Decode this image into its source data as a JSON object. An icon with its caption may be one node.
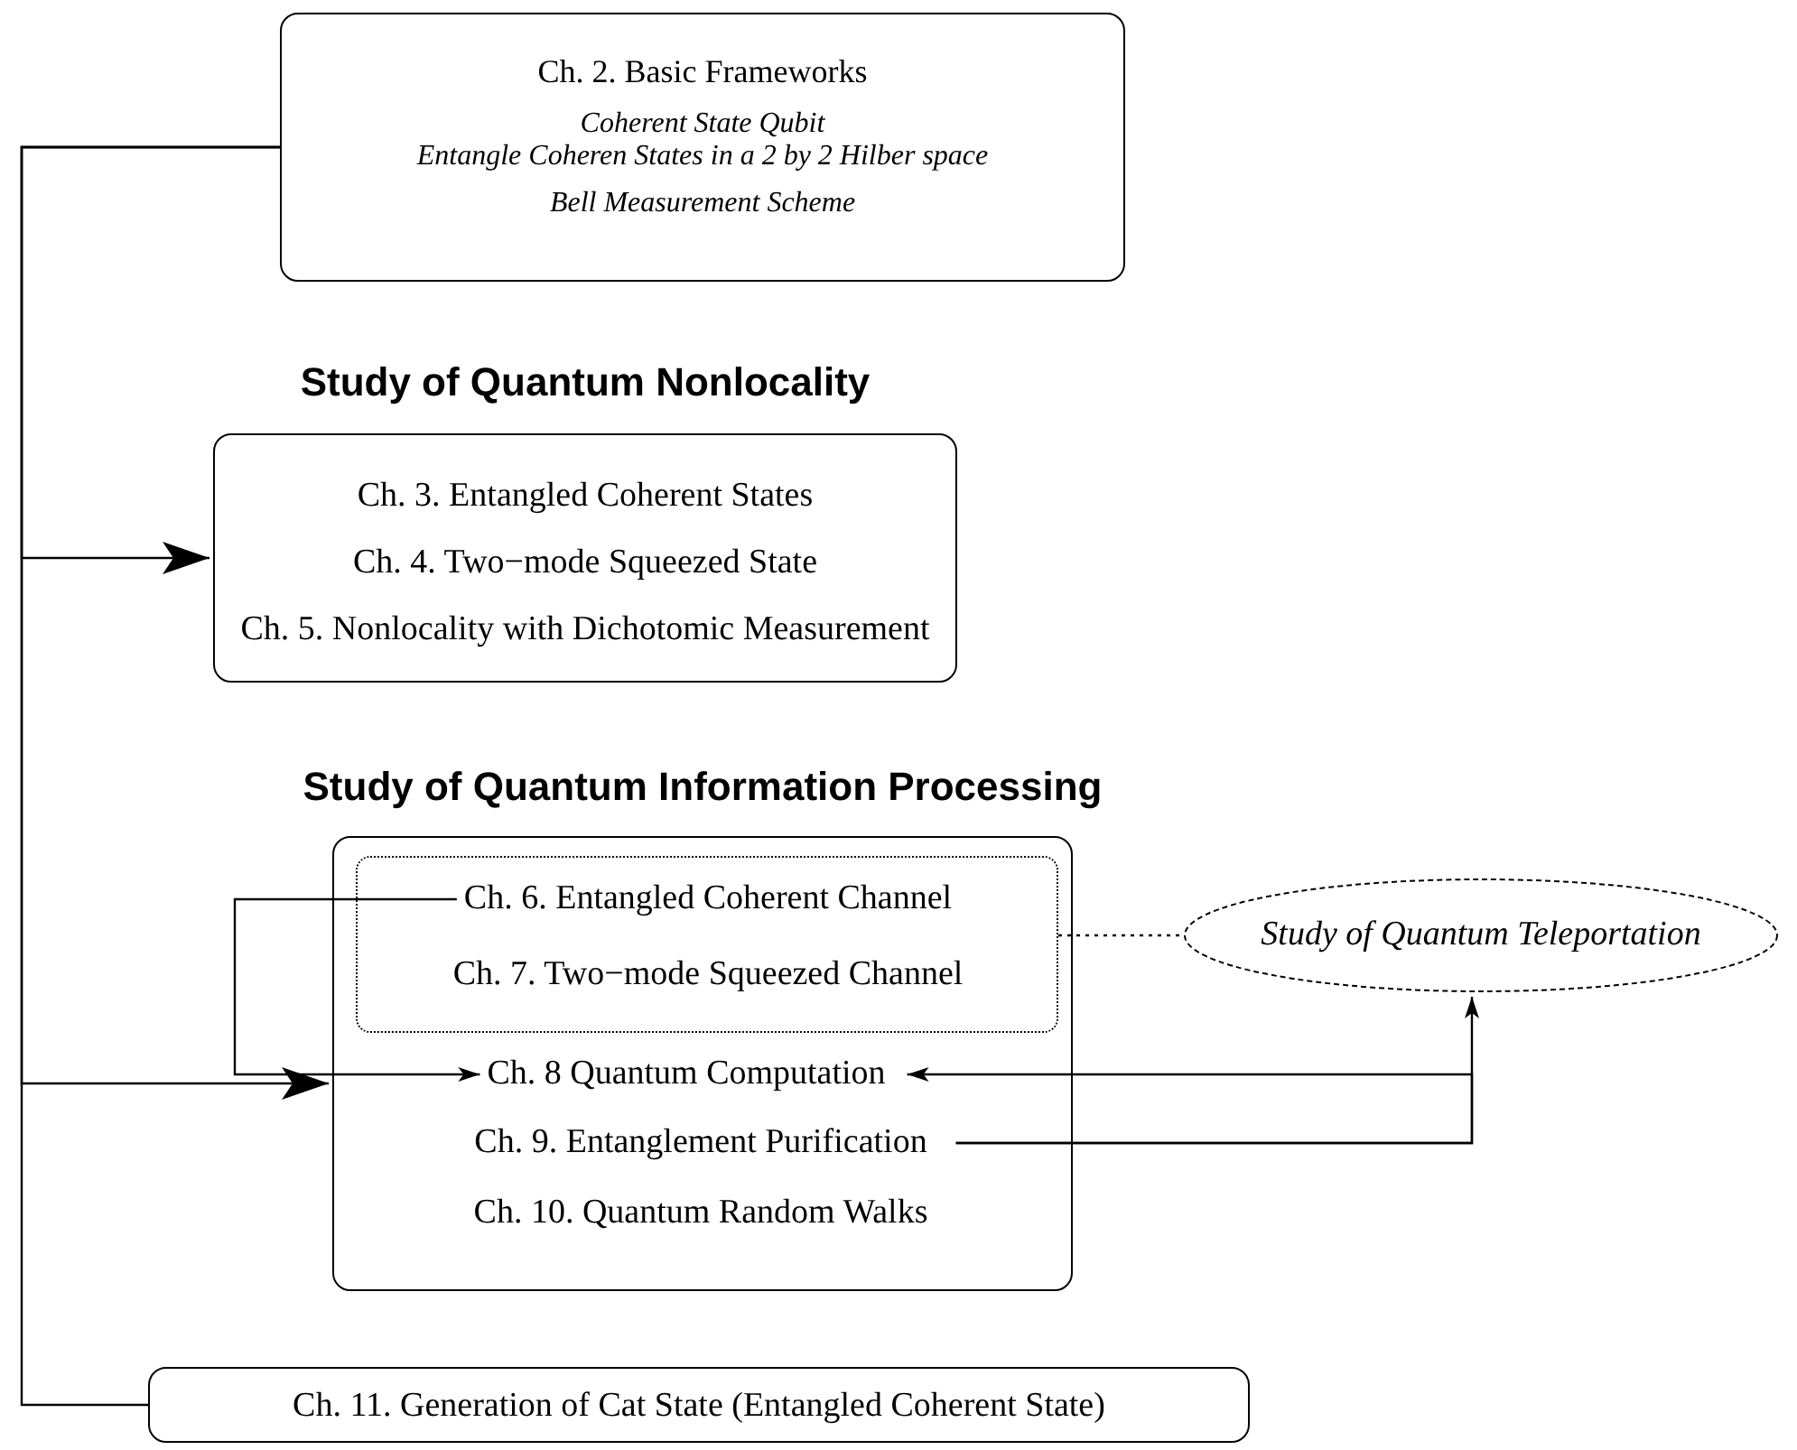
{
  "diagram": {
    "nodes": [
      {
        "text": [
          "Ch. 2. Basic Frameworks",
          "Coherent State Qubit",
          "Entangle Coheren States in a 2 by 2 Hilber space",
          "Bell Measurement Scheme"
        ]
      },
      {
        "text": [
          "Study of Quantum Nonlocality",
          "Ch. 3. Entangled Coherent States",
          "Ch. 4. Two−mode Squeezed State",
          "Ch. 5. Nonlocality with Dichotomic Measurement"
        ]
      },
      {
        "text": [
          "Study of Quantum Information Processing"
        ]
      },
      {
        "text": [],
        "shape": "box",
        "in": 2
      },
      {
        "text": [
          "Ch. 6. Entangled Coherent Channel"
        ],
        "in": 3
      },
      {
        "text": [
          "Ch. 7. Two−mode Squeezed Channel"
        ],
        "in": 3
      },
      {
        "text": [
          "Ch. 8 Quantum Computation"
        ],
        "in": 2
      },
      {
        "text": [
          "Ch. 9. Entanglement Purification"
        ],
        "in": 2
      },
      {
        "text": [
          "Ch. 10. Quantum Random Walks"
        ],
        "in": 2
      },
      {
        "text": [
          "Study of Quantum Teleportation"
        ]
      },
      {
        "text": [
          "Ch. 11. Generation of Cat State (Entangled Coherent State)"
        ]
      }
    ],
    "edges": [
      {
        "from": 0,
        "to": 1,
        "arrow": "to"
      },
      {
        "from": 0,
        "to": 2,
        "arrow": "to"
      },
      {
        "from": 0,
        "to": 10,
        "arrow": "none"
      },
      {
        "from": 4,
        "to": 6,
        "arrow": "to"
      },
      {
        "from": 7,
        "to": 9,
        "arrow": "to"
      },
      {
        "from": 7,
        "to": 6,
        "arrow": "to"
      },
      {
        "from": 3,
        "to": 9,
        "arrow": "none",
        "style": "dashed"
      }
    ]
  }
}
